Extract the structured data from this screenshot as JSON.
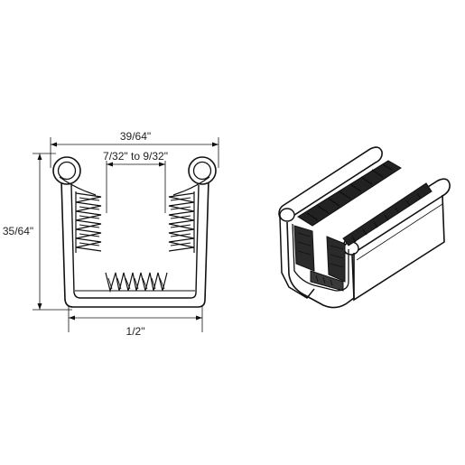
{
  "figure": {
    "dimensions": {
      "overall_width": "39/64\"",
      "opening_range": "7/32\" to 9/32\"",
      "height": "35/64\"",
      "base_width": "1/2\""
    },
    "colors": {
      "line": "#111111",
      "background": "#ffffff"
    }
  }
}
